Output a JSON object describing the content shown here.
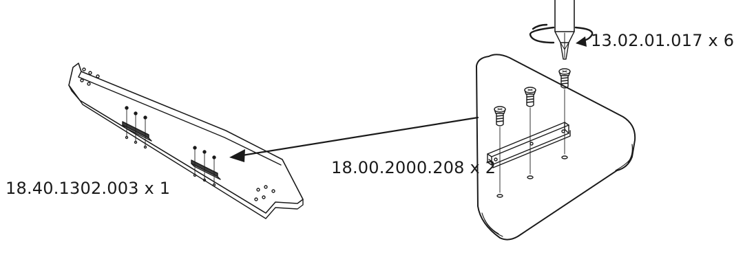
{
  "parts": {
    "beam": {
      "label": "18.40.1302.003 x 1"
    },
    "bracket": {
      "label": "18.00.2000.208 x 2"
    },
    "screws": {
      "label": "13.02.01.017 x 6"
    }
  },
  "icons": {
    "screwdriver": "screwdriver-icon",
    "rotation": "rotation-arrow-icon"
  },
  "colors": {
    "line": "#1a1a1a",
    "background": "#ffffff"
  }
}
